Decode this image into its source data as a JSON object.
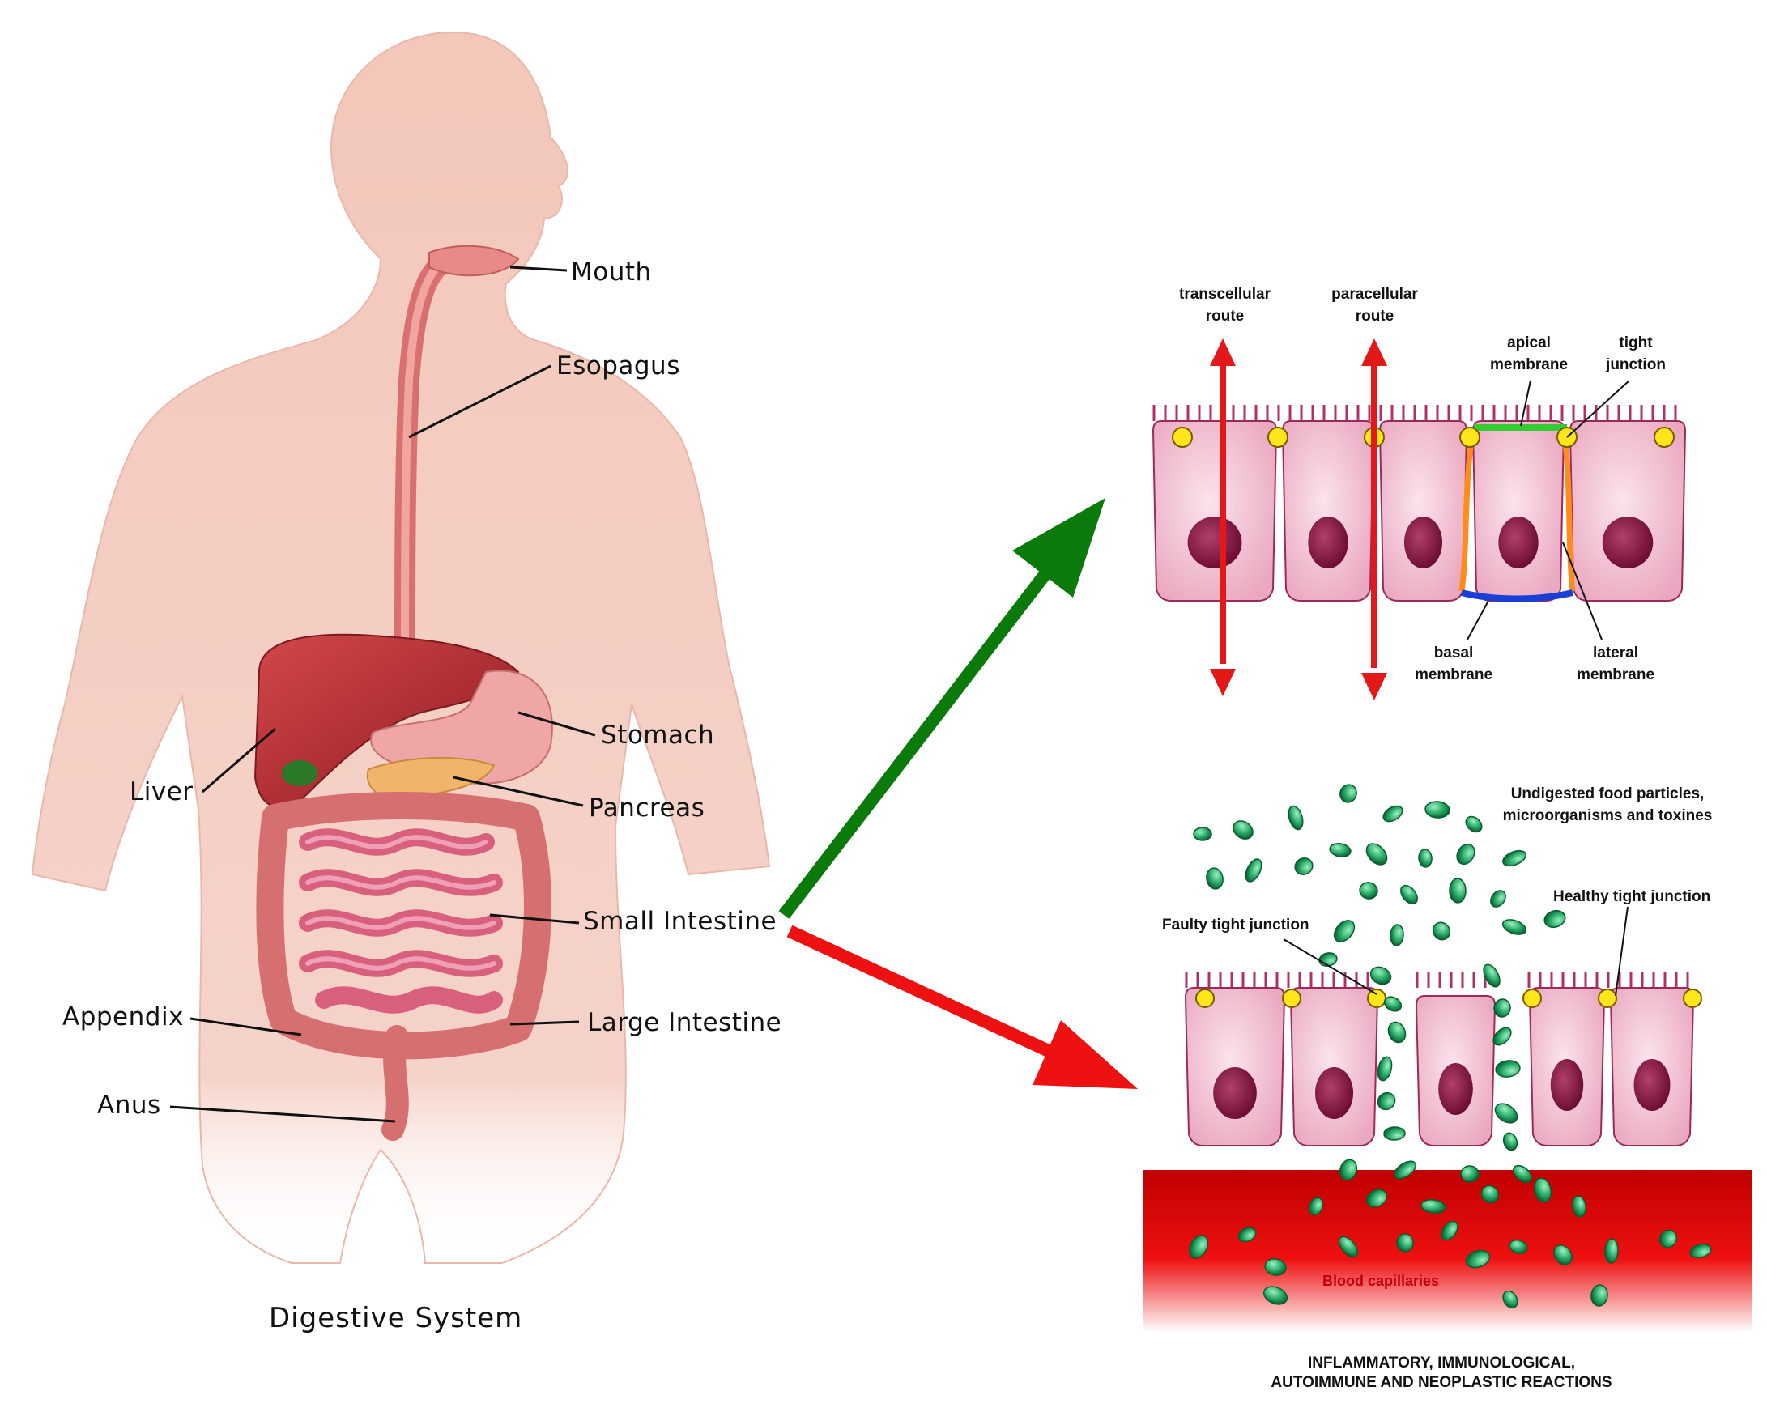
{
  "figure": {
    "title": "Digestive System",
    "organs": {
      "mouth": "Mouth",
      "esophagus": "Esopagus",
      "stomach": "Stomach",
      "liver": "Liver",
      "pancreas": "Pancreas",
      "small_intestine": "Small Intestine",
      "appendix": "Appendix",
      "large_intestine": "Large Intestine",
      "anus": "Anus"
    },
    "healthy_panel": {
      "transcellular_line1": "transcellular",
      "transcellular_line2": "route",
      "paracellular_line1": "paracellular",
      "paracellular_line2": "route",
      "apical_line1": "apical",
      "apical_line2": "membrane",
      "tight_line1": "tight",
      "tight_line2": "junction",
      "basal_line1": "basal",
      "basal_line2": "membrane",
      "lateral_line1": "lateral",
      "lateral_line2": "membrane"
    },
    "leaky_panel": {
      "particles_line1": "Undigested food particles,",
      "particles_line2": "microorganisms and toxines",
      "faulty": "Faulty tight junction",
      "healthy": "Healthy tight junction",
      "blood": "Blood capillaries",
      "reactions_line1": "INFLAMMATORY, IMMUNOLOGICAL,",
      "reactions_line2": "AUTOIMMUNE AND NEOPLASTIC REACTIONS"
    },
    "colors": {
      "healthy_arrow": "#0a7a0a",
      "leaky_arrow": "#ee1111",
      "route_arrow": "#e41818",
      "cell_fill": "#f2bcd0",
      "nucleus": "#8a1a45",
      "tight_junction": "#ffe61a",
      "apical_membrane": "#33cc33",
      "basal_membrane": "#1a3fd6",
      "lateral_membrane": "#ff8c1a",
      "particle": "#1e9a5a",
      "blood": "#d50000"
    }
  }
}
